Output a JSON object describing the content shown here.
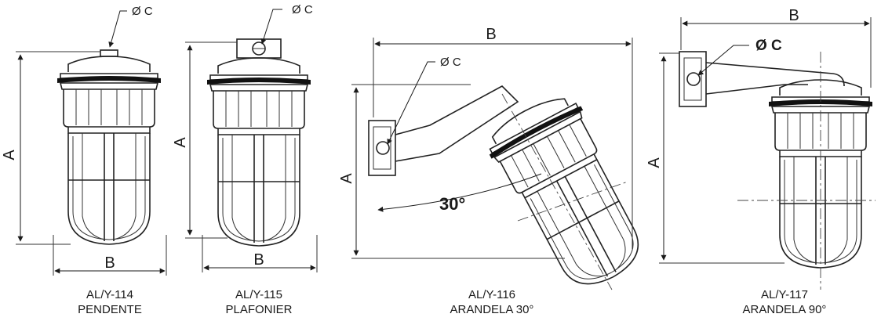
{
  "colors": {
    "line": "#1a1a1a",
    "background": "#ffffff",
    "gasket": "#111111"
  },
  "fixtures": [
    {
      "model": "AL/Y-114",
      "type": "PENDENTE",
      "dim_a": "A",
      "dim_b": "B",
      "dim_c": "Ø C"
    },
    {
      "model": "AL/Y-115",
      "type": "PLAFONIER",
      "dim_a": "A",
      "dim_b": "B",
      "dim_c": "Ø C"
    },
    {
      "model": "AL/Y-116",
      "type": "ARANDELA 30°",
      "dim_a": "A",
      "dim_b": "B",
      "dim_c": "Ø C",
      "angle": "30°"
    },
    {
      "model": "AL/Y-117",
      "type": "ARANDELA 90°",
      "dim_a": "A",
      "dim_b": "B",
      "dim_c": "Ø C"
    }
  ]
}
